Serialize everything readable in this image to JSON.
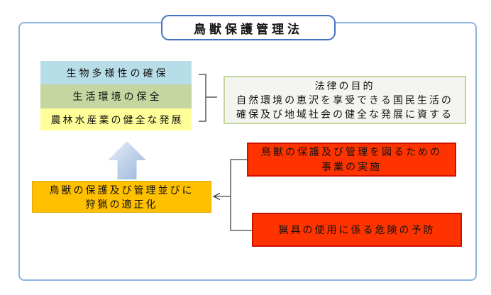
{
  "diagram": {
    "title": "鳥獣保護管理法",
    "goals": {
      "items": [
        {
          "label": "生物多様性の確保",
          "bg": "#b7dee8"
        },
        {
          "label": "生活環境の保全",
          "bg": "#c5d6a0"
        },
        {
          "label": "農林水産業の健全な発展",
          "bg": "#ffff99"
        }
      ]
    },
    "purpose": {
      "heading": "法律の目的",
      "line1": "自然環境の恵沢を享受できる国民生活の",
      "line2": "確保及び地域社会の健全な発展に資する",
      "bg": "#f4f4f1",
      "border_color": "#c3d69b"
    },
    "measure": {
      "line1": "鳥獣の保護及び管理並びに",
      "line2": "狩猟の適正化",
      "bg": "#ffc000"
    },
    "actions": {
      "items": [
        {
          "line1": "鳥獣の保護及び管理を図るための",
          "line2": "事業の実施",
          "bg": "#ff3300"
        },
        {
          "line1": "猟具の使用に係る危険の予防",
          "line2": "",
          "bg": "#ff3300"
        }
      ],
      "border_color": "#cc1100"
    },
    "icons": {
      "up_block_arrow": "upward block arrow, blue gradient",
      "brace": "right brace bracket grouping the three goal boxes",
      "left_arrow_connector": "left-pointing open arrowhead connector"
    },
    "colors": {
      "frame_border": "#8eb4e3",
      "title_border": "#4472c4",
      "connector": "#404040",
      "brace": "#595959",
      "arrow_gradient_start": "#eef3fa",
      "arrow_gradient_end": "#9cb8dc"
    }
  }
}
